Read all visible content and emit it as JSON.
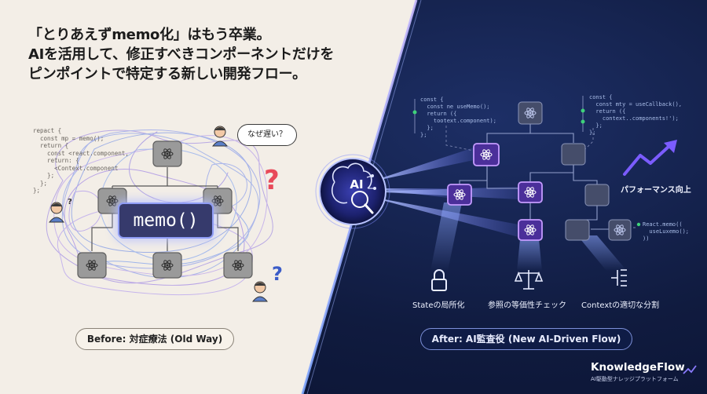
{
  "headline": {
    "line1": "「とりあえずmemo化」はもう卒業。",
    "line2": "AIを活用して、修正すべきコンポーネントだけを",
    "line3": "ピンポイントで特定する新しい開発フロー。"
  },
  "left": {
    "code": "repact {\n  const mp = memo();\n  return {\n    const <react.component,\n    return: {\n      <Context.component\n    };\n  };\n};",
    "memo_label": "memo()",
    "thought_bubble": "なぜ遅い？",
    "question_marks": [
      "?",
      "?",
      "?"
    ],
    "label": "Before: 対症療法 (Old Way)"
  },
  "center": {
    "ai_label": "AI"
  },
  "right": {
    "code_left": "const {\n  const ne useMemo();\n  return ({\n    tootext.component);\n  };\n};",
    "code_right": "const {\n  const mty = useCallback(),\n  return ({\n    context..components!');\n  };\n};",
    "code_bottom": "React.memo((\n  useLuxemo();\n))",
    "performance_label": "パフォーマンス向上",
    "features": [
      {
        "label": "Stateの局所化",
        "icon": "lock-icon"
      },
      {
        "label": "参照の等価性チェック",
        "icon": "scale-icon"
      },
      {
        "label": "Contextの適切な分割",
        "icon": "split-icon"
      }
    ],
    "label": "After: AI監査役 (New AI-Driven Flow)"
  },
  "brand": {
    "name": "KnowledgeFlow",
    "tagline": "AI駆動型ナレッジプラットフォーム"
  },
  "colors": {
    "left_bg": "#f3eee7",
    "right_bg": "#101b3f",
    "accent_purple": "#9b5cf6",
    "accent_blue": "#6f8cff",
    "question_red": "#e84a5a"
  }
}
